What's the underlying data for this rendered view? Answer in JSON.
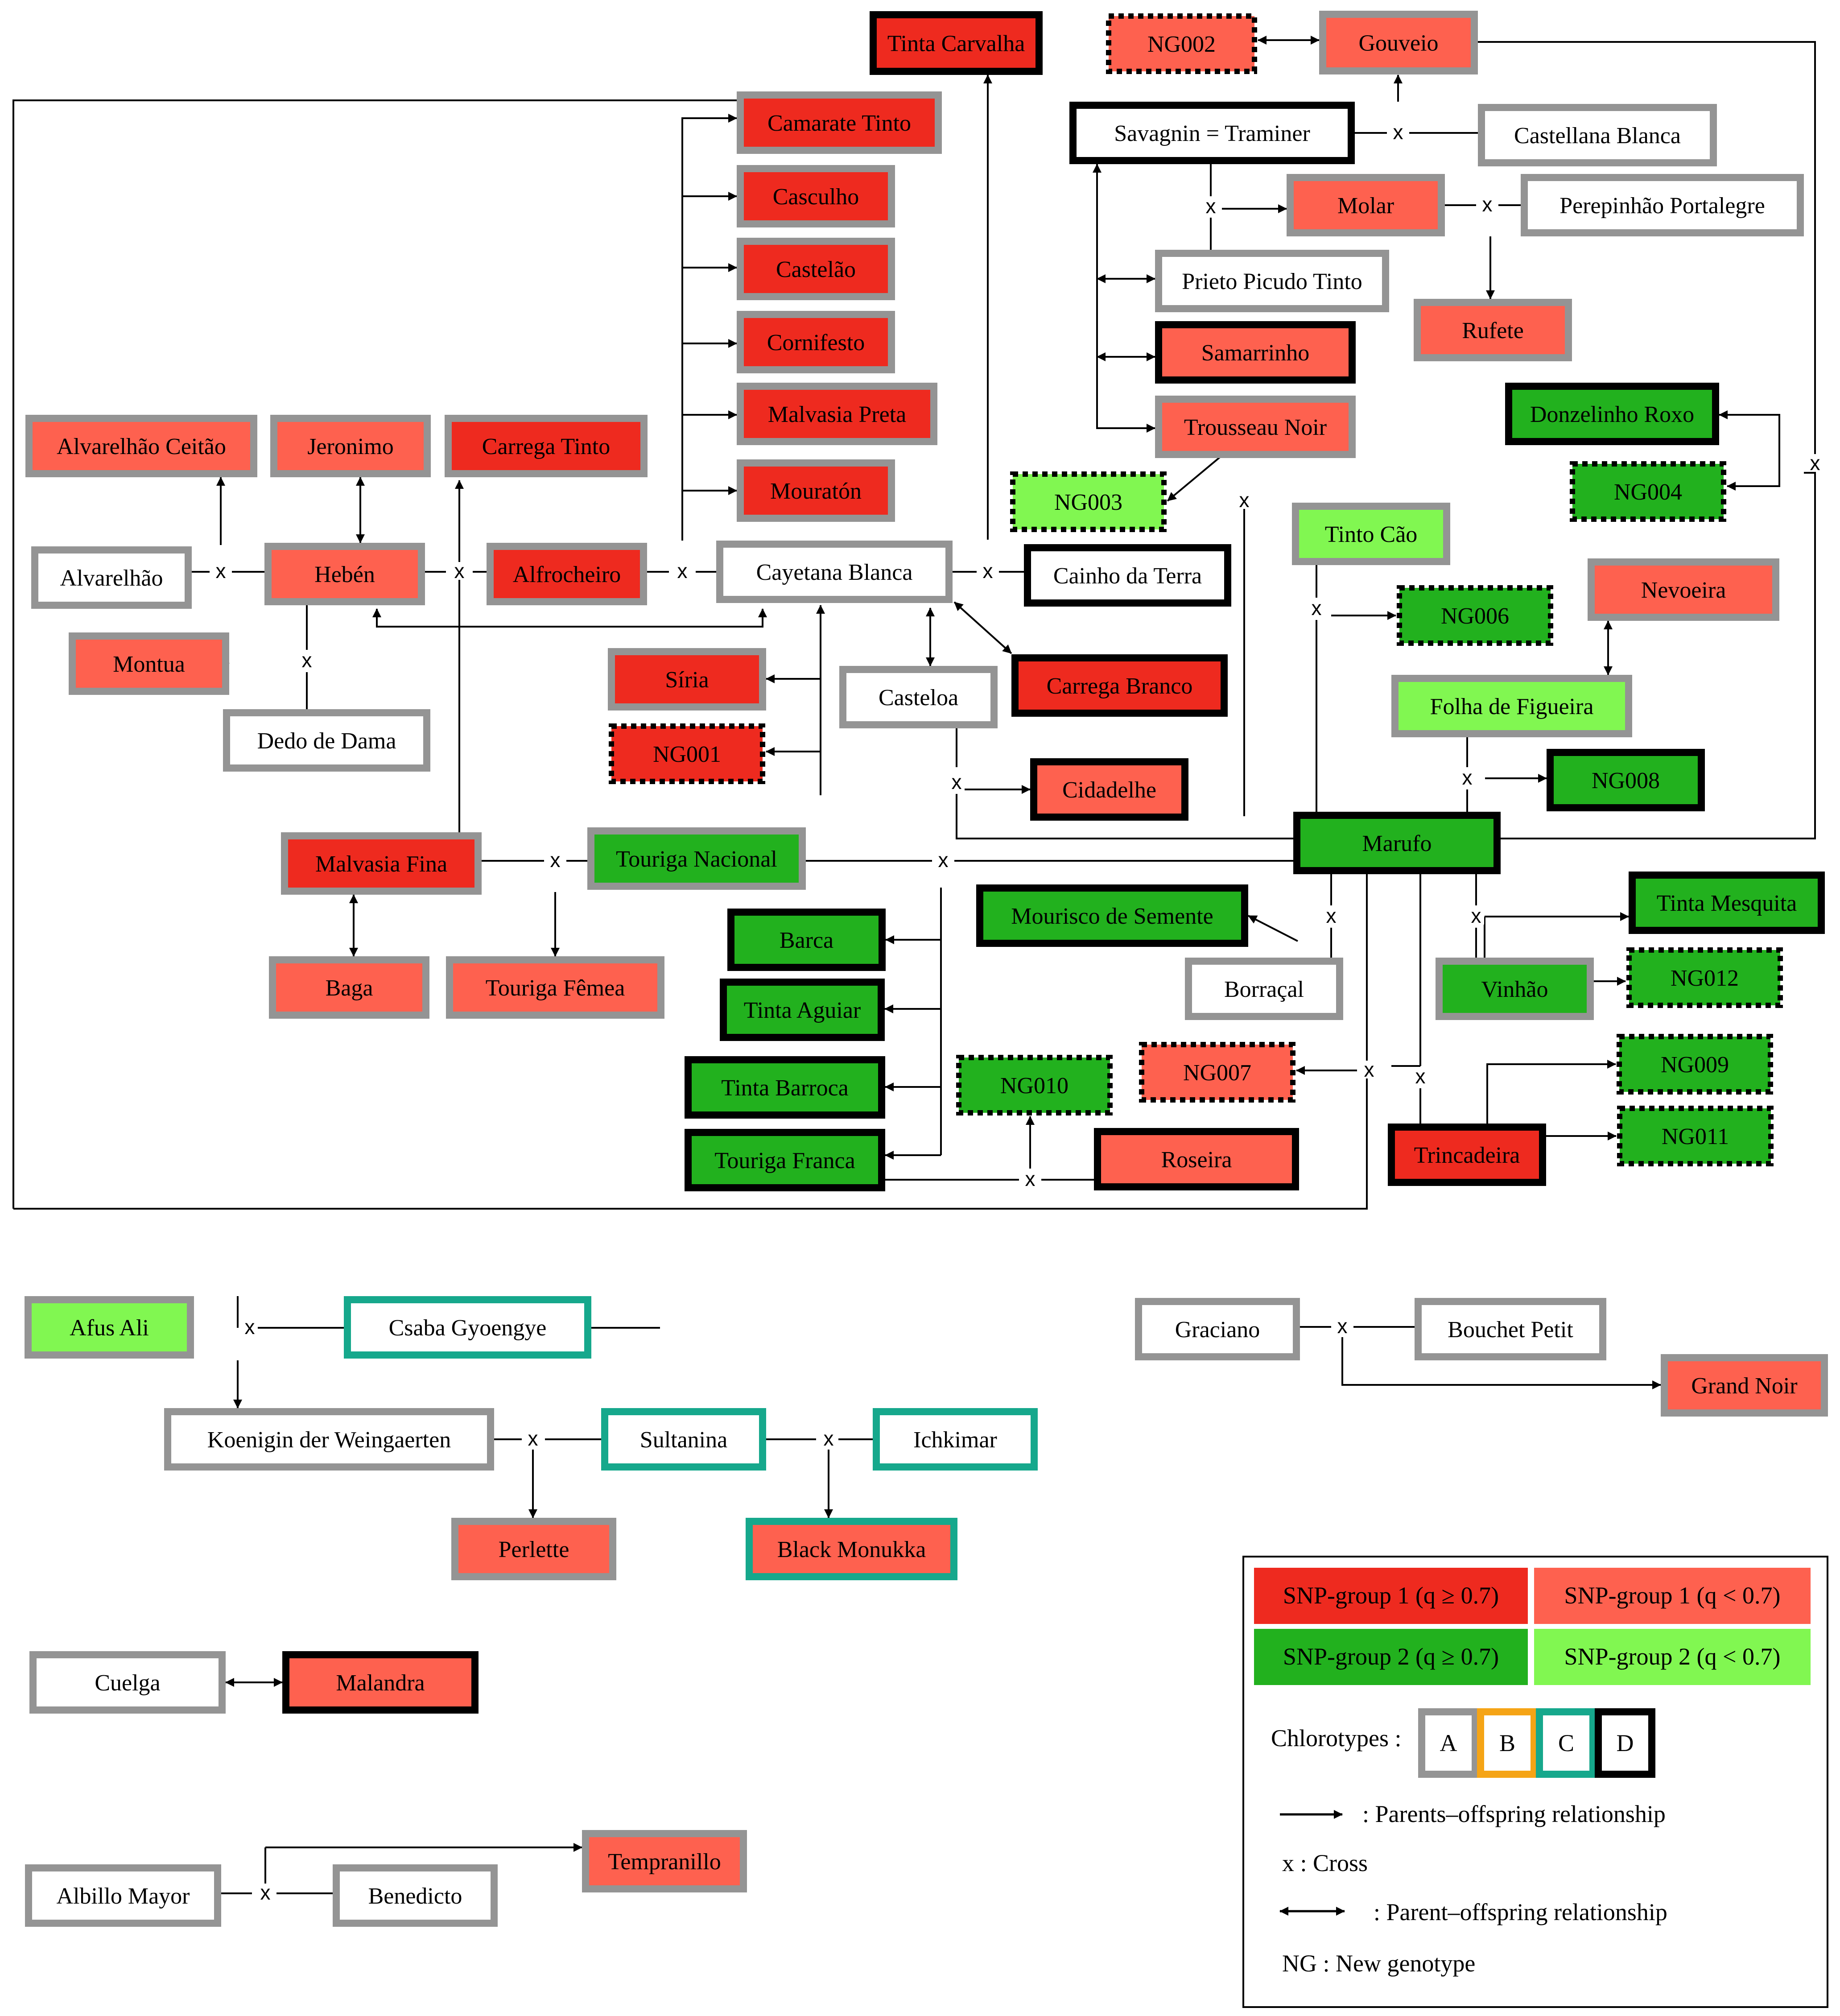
{
  "colors": {
    "r1": "#ee2a1f",
    "r2": "#fe614f",
    "g1": "#22b11e",
    "g2": "#81f751",
    "w": "#ffffff",
    "chloro_A": "#949494",
    "chloro_B": "#f5a416",
    "chloro_C": "#16a88c",
    "chloro_D": "#000000"
  },
  "nodes": [
    {
      "id": "tinta-carvalha",
      "label": "Tinta Carvalha",
      "fill": "r1",
      "chloro": "D"
    },
    {
      "id": "ng002",
      "label": "NG002",
      "fill": "r2",
      "chloro": "dotted"
    },
    {
      "id": "gouveio",
      "label": "Gouveio",
      "fill": "r2",
      "chloro": "A"
    },
    {
      "id": "camarate-tinto",
      "label": "Camarate Tinto",
      "fill": "r1",
      "chloro": "A"
    },
    {
      "id": "savagnin",
      "label": "Savagnin = Traminer",
      "fill": "w",
      "chloro": "D"
    },
    {
      "id": "castellana-blanca",
      "label": "Castellana Blanca",
      "fill": "w",
      "chloro": "A"
    },
    {
      "id": "casculho",
      "label": "Casculho",
      "fill": "r1",
      "chloro": "A"
    },
    {
      "id": "molar",
      "label": "Molar",
      "fill": "r2",
      "chloro": "A"
    },
    {
      "id": "perepinhao",
      "label": "Perepinhão Portalegre",
      "fill": "w",
      "chloro": "A"
    },
    {
      "id": "castelao",
      "label": "Castelão",
      "fill": "r1",
      "chloro": "A"
    },
    {
      "id": "prieto-picudo",
      "label": "Prieto Picudo Tinto",
      "fill": "w",
      "chloro": "A"
    },
    {
      "id": "rufete",
      "label": "Rufete",
      "fill": "r2",
      "chloro": "A"
    },
    {
      "id": "cornifesto",
      "label": "Cornifesto",
      "fill": "r1",
      "chloro": "A"
    },
    {
      "id": "samarrinho",
      "label": "Samarrinho",
      "fill": "r2",
      "chloro": "D"
    },
    {
      "id": "malvasia-preta",
      "label": "Malvasia Preta",
      "fill": "r1",
      "chloro": "A"
    },
    {
      "id": "donzelinho",
      "label": "Donzelinho Roxo",
      "fill": "g1",
      "chloro": "D"
    },
    {
      "id": "alvarelhao-ceitao",
      "label": "Alvarelhão Ceitão",
      "fill": "r2",
      "chloro": "A"
    },
    {
      "id": "jeronimo",
      "label": "Jeronimo",
      "fill": "r2",
      "chloro": "A"
    },
    {
      "id": "carrega-tinto",
      "label": "Carrega Tinto",
      "fill": "r1",
      "chloro": "A"
    },
    {
      "id": "trousseau",
      "label": "Trousseau Noir",
      "fill": "r2",
      "chloro": "A"
    },
    {
      "id": "mouraton",
      "label": "Mouratón",
      "fill": "r1",
      "chloro": "A"
    },
    {
      "id": "ng003",
      "label": "NG003",
      "fill": "g2",
      "chloro": "dotted"
    },
    {
      "id": "ng004",
      "label": "NG004",
      "fill": "g1",
      "chloro": "dotted"
    },
    {
      "id": "tinto-cao",
      "label": "Tinto Cão",
      "fill": "g2",
      "chloro": "A"
    },
    {
      "id": "alvarelhao",
      "label": "Alvarelhão",
      "fill": "w",
      "chloro": "A"
    },
    {
      "id": "heben",
      "label": "Hebén",
      "fill": "r2",
      "chloro": "A"
    },
    {
      "id": "alfrocheiro",
      "label": "Alfrocheiro",
      "fill": "r1",
      "chloro": "A"
    },
    {
      "id": "cayetana",
      "label": "Cayetana Blanca",
      "fill": "w",
      "chloro": "A"
    },
    {
      "id": "cainho",
      "label": "Cainho da Terra",
      "fill": "w",
      "chloro": "D"
    },
    {
      "id": "nevoeira",
      "label": "Nevoeira",
      "fill": "r2",
      "chloro": "A"
    },
    {
      "id": "ng006",
      "label": "NG006",
      "fill": "g1",
      "chloro": "dotted"
    },
    {
      "id": "montua",
      "label": "Montua",
      "fill": "r2",
      "chloro": "A"
    },
    {
      "id": "siria",
      "label": "Síria",
      "fill": "r1",
      "chloro": "A"
    },
    {
      "id": "casteloa",
      "label": "Casteloa",
      "fill": "w",
      "chloro": "A"
    },
    {
      "id": "carrega-branco",
      "label": "Carrega Branco",
      "fill": "r1",
      "chloro": "D"
    },
    {
      "id": "folha",
      "label": "Folha de Figueira",
      "fill": "g2",
      "chloro": "A"
    },
    {
      "id": "dedo",
      "label": "Dedo de Dama",
      "fill": "w",
      "chloro": "A"
    },
    {
      "id": "ng001",
      "label": "NG001",
      "fill": "r1",
      "chloro": "dotted"
    },
    {
      "id": "cidadelhe",
      "label": "Cidadelhe",
      "fill": "r2",
      "chloro": "D"
    },
    {
      "id": "ng008",
      "label": "NG008",
      "fill": "g1",
      "chloro": "D"
    },
    {
      "id": "marufo",
      "label": "Marufo",
      "fill": "g1",
      "chloro": "D"
    },
    {
      "id": "malvasia-fina",
      "label": "Malvasia Fina",
      "fill": "r1",
      "chloro": "A"
    },
    {
      "id": "touriga-nacional",
      "label": "Touriga Nacional",
      "fill": "g1",
      "chloro": "A"
    },
    {
      "id": "mourisco",
      "label": "Mourisco de Semente",
      "fill": "g1",
      "chloro": "D"
    },
    {
      "id": "tinta-mesquita",
      "label": "Tinta Mesquita",
      "fill": "g1",
      "chloro": "D"
    },
    {
      "id": "barca",
      "label": "Barca",
      "fill": "g1",
      "chloro": "D"
    },
    {
      "id": "ng012",
      "label": "NG012",
      "fill": "g1",
      "chloro": "dotted"
    },
    {
      "id": "baga",
      "label": "Baga",
      "fill": "r2",
      "chloro": "A"
    },
    {
      "id": "touriga-femea",
      "label": "Touriga Fêmea",
      "fill": "r2",
      "chloro": "A"
    },
    {
      "id": "borracal",
      "label": "Borraçal",
      "fill": "w",
      "chloro": "A"
    },
    {
      "id": "vinhao",
      "label": "Vinhão",
      "fill": "g1",
      "chloro": "A"
    },
    {
      "id": "tinta-aguiar",
      "label": "Tinta Aguiar",
      "fill": "g1",
      "chloro": "D"
    },
    {
      "id": "ng009",
      "label": "NG009",
      "fill": "g1",
      "chloro": "dotted"
    },
    {
      "id": "ng007",
      "label": "NG007",
      "fill": "r2",
      "chloro": "dotted"
    },
    {
      "id": "tinta-barroca",
      "label": "Tinta Barroca",
      "fill": "g1",
      "chloro": "D"
    },
    {
      "id": "ng010",
      "label": "NG010",
      "fill": "g1",
      "chloro": "dotted"
    },
    {
      "id": "ng011",
      "label": "NG011",
      "fill": "g1",
      "chloro": "dotted"
    },
    {
      "id": "trincadeira",
      "label": "Trincadeira",
      "fill": "r1",
      "chloro": "D"
    },
    {
      "id": "touriga-franca",
      "label": "Touriga Franca",
      "fill": "g1",
      "chloro": "D"
    },
    {
      "id": "roseira",
      "label": "Roseira",
      "fill": "r2",
      "chloro": "D"
    },
    {
      "id": "afus-ali",
      "label": "Afus Ali",
      "fill": "g2",
      "chloro": "A"
    },
    {
      "id": "csaba",
      "label": "Csaba Gyoengye",
      "fill": "w",
      "chloro": "C"
    },
    {
      "id": "graciano",
      "label": "Graciano",
      "fill": "w",
      "chloro": "A"
    },
    {
      "id": "bouchet",
      "label": "Bouchet Petit",
      "fill": "w",
      "chloro": "A"
    },
    {
      "id": "grand-noir",
      "label": "Grand Noir",
      "fill": "r2",
      "chloro": "A"
    },
    {
      "id": "koenigin",
      "label": "Koenigin der Weingaerten",
      "fill": "w",
      "chloro": "A"
    },
    {
      "id": "sultanina",
      "label": "Sultanina",
      "fill": "w",
      "chloro": "C"
    },
    {
      "id": "ichkimar",
      "label": "Ichkimar",
      "fill": "w",
      "chloro": "C"
    },
    {
      "id": "perlette",
      "label": "Perlette",
      "fill": "r2",
      "chloro": "A"
    },
    {
      "id": "black-monukka",
      "label": "Black Monukka",
      "fill": "r2",
      "chloro": "C"
    },
    {
      "id": "cuelga",
      "label": "Cuelga",
      "fill": "w",
      "chloro": "A"
    },
    {
      "id": "malandra",
      "label": "Malandra",
      "fill": "r2",
      "chloro": "D"
    },
    {
      "id": "tempranillo",
      "label": "Tempranillo",
      "fill": "r2",
      "chloro": "A"
    },
    {
      "id": "albillo",
      "label": "Albillo Mayor",
      "fill": "w",
      "chloro": "A"
    },
    {
      "id": "benedicto",
      "label": "Benedicto",
      "fill": "w",
      "chloro": "A"
    }
  ],
  "cross_symbol": "x",
  "legend": {
    "snp1_high": "SNP-group 1 (q ≥ 0.7)",
    "snp1_low": "SNP-group 1 (q < 0.7)",
    "snp2_high": "SNP-group 2 (q ≥ 0.7)",
    "snp2_low": "SNP-group 2 (q < 0.7)",
    "chlorotypes_label": "Chlorotypes :",
    "chlorotypes": [
      "A",
      "B",
      "C",
      "D"
    ],
    "parents_offspring": ": Parents–offspring relationship",
    "cross": "x : Cross",
    "parent_offspring": ": Parent–offspring relationship",
    "ng": "NG : New genotype"
  }
}
